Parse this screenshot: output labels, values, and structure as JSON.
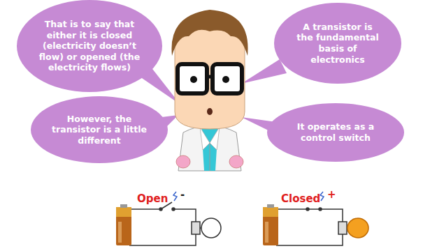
{
  "diagram": {
    "nodes": [
      {
        "text": [
          "That is to say that either it is closed (electricity doesn’t flow) or opened (the electricity flows)"
        ]
      },
      {
        "text": [
          "A transistor is the fundamental basis of electronics"
        ]
      },
      {
        "text": [
          "However, the transistor is a little different"
        ]
      },
      {
        "text": [
          "It operates as a control switch"
        ]
      }
    ],
    "labels": [
      "Open",
      "-",
      "Closed",
      "+"
    ]
  }
}
